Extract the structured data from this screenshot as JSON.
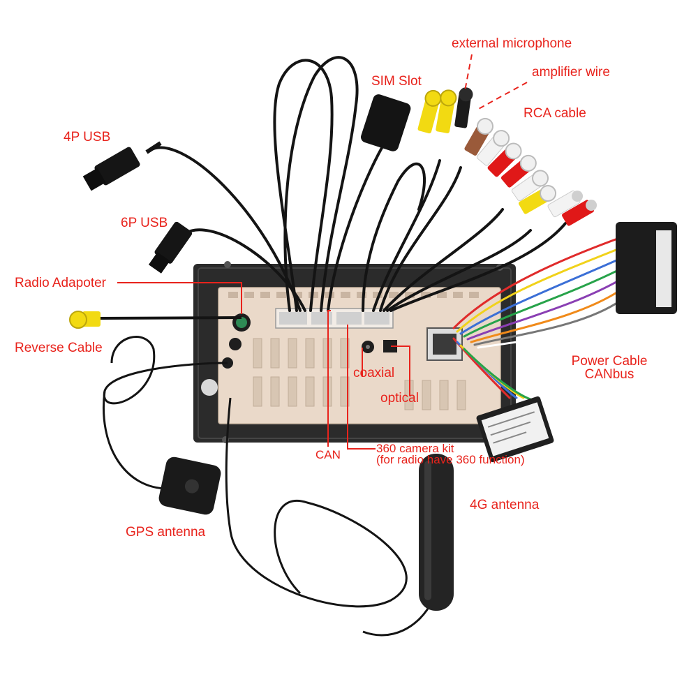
{
  "labels": {
    "external_microphone": "external microphone",
    "amplifier_wire": "amplifier wire",
    "sim_slot": "SIM Slot",
    "rca_cable": "RCA cable",
    "usb_4p": "4P USB",
    "usb_6p": "6P USB",
    "radio_adapter": "Radio Adapoter",
    "reverse_cable": "Reverse Cable",
    "power_cable": "Power Cable",
    "canbus": "CANbus",
    "coaxial": "coaxial",
    "optical": "optical",
    "can": "CAN",
    "camera_kit_line1": "360 camera kit",
    "camera_kit_line2": "(for radio have 360 function)",
    "gps_antenna": "GPS antenna",
    "antenna_4g": "4G antenna"
  },
  "colors": {
    "label": "#e8231c",
    "cable": "#141414",
    "radio_body": "#2b2b2b",
    "radio_plate": "#ead9c9",
    "rca_yellow": "#f2da12",
    "rca_red": "#e01818",
    "rca_white": "#f3f3f3",
    "rca_brown": "#9a5a3a",
    "harness_connector": "#1c1c1c"
  },
  "icons": [
    "usb-plug-icon",
    "sim-module-icon",
    "gps-puck-icon",
    "antenna-4g-icon",
    "canbus-box-icon",
    "harness-connector-icon",
    "rca-plug-icon"
  ]
}
